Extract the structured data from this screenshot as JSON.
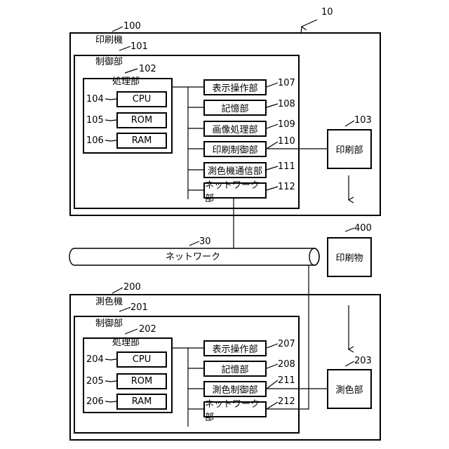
{
  "system": {
    "ref": "10"
  },
  "printer": {
    "ref": "100",
    "label": "印刷機",
    "control": {
      "ref": "101",
      "label": "制御部"
    },
    "processor": {
      "ref": "102",
      "label": "処理部"
    },
    "cpu": {
      "ref": "104",
      "label": "CPU"
    },
    "rom": {
      "ref": "105",
      "label": "ROM"
    },
    "ram": {
      "ref": "106",
      "label": "RAM"
    },
    "display_op": {
      "ref": "107",
      "label": "表示操作部"
    },
    "storage": {
      "ref": "108",
      "label": "記憶部"
    },
    "image_proc": {
      "ref": "109",
      "label": "画像処理部"
    },
    "print_ctrl": {
      "ref": "110",
      "label": "印刷制御部"
    },
    "colorimeter_comm": {
      "ref": "111",
      "label": "測色機通信部"
    },
    "network_unit": {
      "ref": "112",
      "label": "ネットワーク部"
    },
    "print_unit": {
      "ref": "103",
      "label": "印刷部"
    }
  },
  "network": {
    "ref": "30",
    "label": "ネットワーク"
  },
  "printed_matter": {
    "ref": "400",
    "label": "印刷物"
  },
  "colorimeter": {
    "ref": "200",
    "label": "測色機",
    "control": {
      "ref": "201",
      "label": "制御部"
    },
    "processor": {
      "ref": "202",
      "label": "処理部"
    },
    "cpu": {
      "ref": "204",
      "label": "CPU"
    },
    "rom": {
      "ref": "205",
      "label": "ROM"
    },
    "ram": {
      "ref": "206",
      "label": "RAM"
    },
    "display_op": {
      "ref": "207",
      "label": "表示操作部"
    },
    "storage": {
      "ref": "208",
      "label": "記憶部"
    },
    "measure_ctrl": {
      "ref": "211",
      "label": "測色制御部"
    },
    "network_unit": {
      "ref": "212",
      "label": "ネットワーク部"
    },
    "measure_unit": {
      "ref": "203",
      "label": "測色部"
    }
  }
}
